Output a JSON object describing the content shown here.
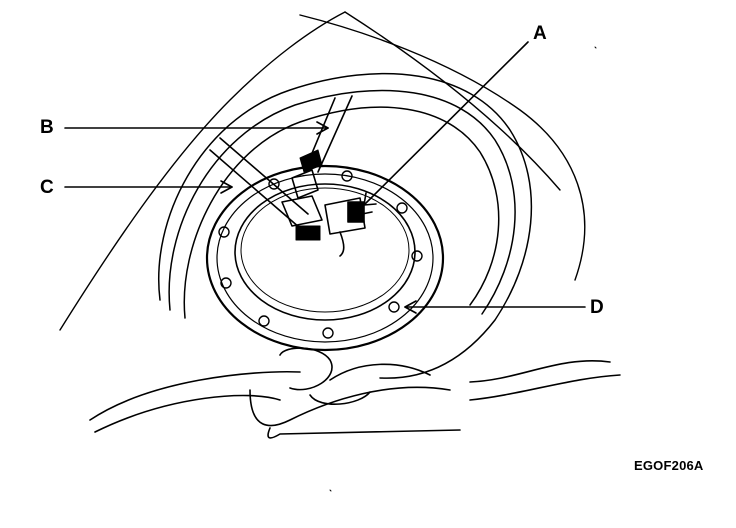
{
  "labels": {
    "a": "A",
    "b": "B",
    "c": "C",
    "d": "D"
  },
  "figure_code": "EGOF206A",
  "colors": {
    "ink": "#000000",
    "paper": "#ffffff"
  }
}
